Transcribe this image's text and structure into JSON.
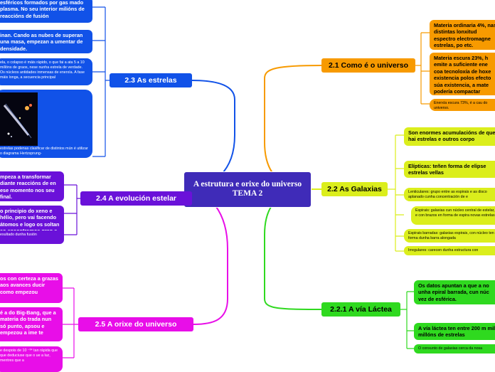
{
  "central": {
    "line1": "A estrutura e orixe do universo",
    "line2": "TEMA 2"
  },
  "colors": {
    "blue": "#1152e8",
    "purple": "#6a11d9",
    "magenta": "#e80ee8",
    "orange": "#f79a00",
    "yellow": "#dbee1c",
    "green": "#2fd91f",
    "central": "#3f2bb8"
  },
  "branches": {
    "estrelas": {
      "title": "2.3 As estrelas",
      "nodes": [
        "esféricos formados por gas mado plasma. No seu interior milións de reaccións de fusión",
        "inan. Cando as nubes de superan una masa, empezan a umentar de densidade.",
        "ela, o colapso é máis rápido, o que fai a ata 5 a 10 millóns de graos, nese nunha estrela de verdade. Os núcleos antidades inmensas de enerxía. A fase máis longa, a secuencia principal",
        "estrelas podenas clasificar de distintos mún é utilizar o diagrama Hertzsprung-"
      ]
    },
    "evolucion": {
      "title": "2.4 A evolución estelar",
      "nodes": [
        "mpeza a transformar diante reaccións de en ese momento nos seu final.",
        "o principio do xeno e hélio, pero vai facendo átomos e logo os soltan ao encontramos gran s no universo",
        "esultado dunha fusión"
      ]
    },
    "orixe": {
      "title": "2.5 A orixe do universo",
      "nodes": [
        "os con certeza a grazas aos avances ducir como empezou",
        "é a do Big-Bang, que a materia do trada nun só punto, apsou e empezou a ime te",
        "e despois de 10 ⁻³⁴ tan rápida que que deduciuse que o ue a luz, mentres que a"
      ]
    },
    "como": {
      "title": "2.1 Como é o universo",
      "nodes": [
        "Materia ordinaria 4%, nas distintas lonxitud espectro electromagne estrelas, po etc.",
        "Materia escura 23%, h emite a suficiente ene coa tecnoloxía de hoxe existencia polos efecto súa existencia, a mate podería compactar",
        "Enerxía escura 73%, é a cau do universo."
      ]
    },
    "galaxias": {
      "title": "2.2 As Galaxias",
      "nodes": [
        "Son enormes acumulacións de que hai estrelas e outros corpo",
        "Elípticas: teñen forma de elipse estrelas vellas",
        "Lenticulares: grupo entre as espirais e as disco aplanado cunha concentración de e",
        "Espirais: galaxias cun núcleo central de estelar, e con brazos en forma de espira novas estrelas",
        "Espirais barradas: galaxias espirais, con núcleo ten forma dunha barra alongada",
        "Irregulares: carecen dunha estructura con"
      ]
    },
    "via": {
      "title": "2.2.1 A vía Láctea",
      "nodes": [
        "Os datos apuntan a que a no unha epiral barrada, cun núc vez de esférica.",
        "A vía láctea ten entre 200 m mil millóns de estrelas",
        "O conxunto de galaxias cerca da nosa"
      ]
    }
  }
}
